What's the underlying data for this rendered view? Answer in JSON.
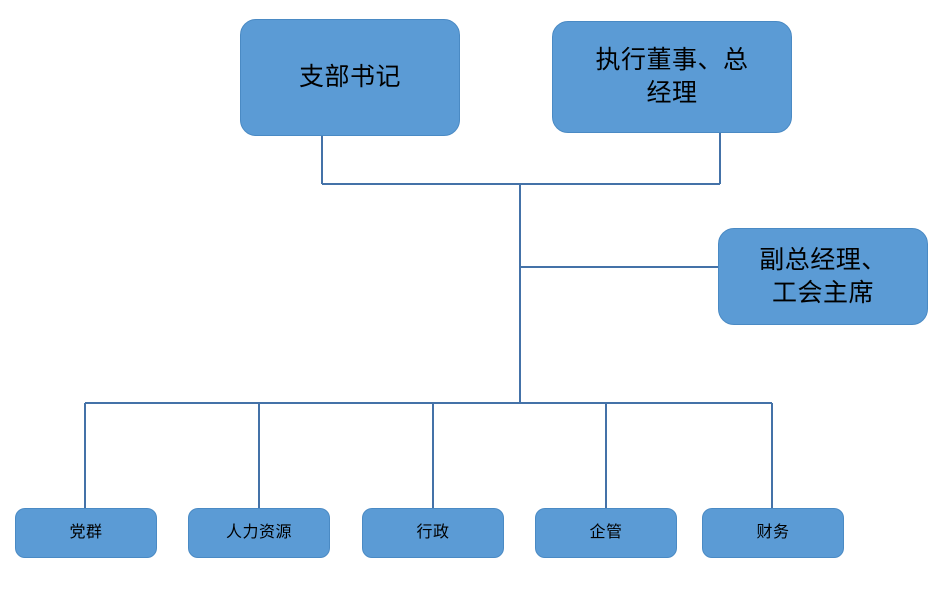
{
  "chart_data": {
    "type": "diagram",
    "diagram_type": "organization-chart",
    "title": "",
    "orientation": "top-down",
    "theme": {
      "node_fill": "#5B9BD5",
      "node_border": "#4A8AC4",
      "connector_color": "#4472A8",
      "text_color": "#000000",
      "background": "#FFFFFF"
    },
    "levels": [
      {
        "level": 1,
        "nodes": [
          {
            "id": "party-secretary",
            "label": "支部书记"
          },
          {
            "id": "executive-director-gm",
            "label": "执行董事、总\n经理"
          }
        ]
      },
      {
        "level": 2,
        "nodes": [
          {
            "id": "deputy-gm-union-chair",
            "label": "副总经理、\n工会主席"
          }
        ]
      },
      {
        "level": 3,
        "nodes": [
          {
            "id": "party-mass-work",
            "label": "党群"
          },
          {
            "id": "human-resources",
            "label": "人力资源"
          },
          {
            "id": "administration",
            "label": "行政"
          },
          {
            "id": "enterprise-management",
            "label": "企管"
          },
          {
            "id": "finance",
            "label": "财务"
          }
        ]
      }
    ],
    "edges": [
      {
        "from": "party-secretary",
        "to": "junction-top"
      },
      {
        "from": "executive-director-gm",
        "to": "junction-top"
      },
      {
        "from": "junction-top",
        "to": "deputy-gm-union-chair"
      },
      {
        "from": "junction-top",
        "to": "party-mass-work"
      },
      {
        "from": "junction-top",
        "to": "human-resources"
      },
      {
        "from": "junction-top",
        "to": "administration"
      },
      {
        "from": "junction-top",
        "to": "enterprise-management"
      },
      {
        "from": "junction-top",
        "to": "finance"
      }
    ]
  },
  "nodes": {
    "top": {
      "party_secretary": "支部书记",
      "executive_director_gm": "执行董事、总\n经理"
    },
    "middle": {
      "deputy_gm_union_chair": "副总经理、\n工会主席"
    },
    "departments": [
      {
        "label": "党群"
      },
      {
        "label": "人力资源"
      },
      {
        "label": "行政"
      },
      {
        "label": "企管"
      },
      {
        "label": "财务"
      }
    ]
  }
}
